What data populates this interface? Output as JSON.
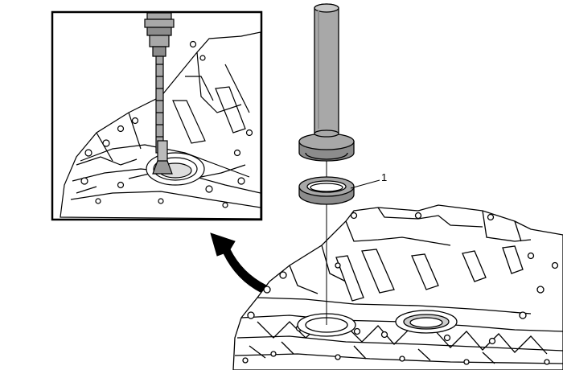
{
  "callouts": [
    {
      "number": "1"
    }
  ],
  "colors": {
    "line": "#000000",
    "tool_fill": "#a8a8a8",
    "tool_dark": "#8c8c8c",
    "background": "#ffffff"
  },
  "icons": [
    "installer-tool",
    "oil-seal",
    "housing-casting",
    "detail-inset",
    "curved-arrow"
  ]
}
